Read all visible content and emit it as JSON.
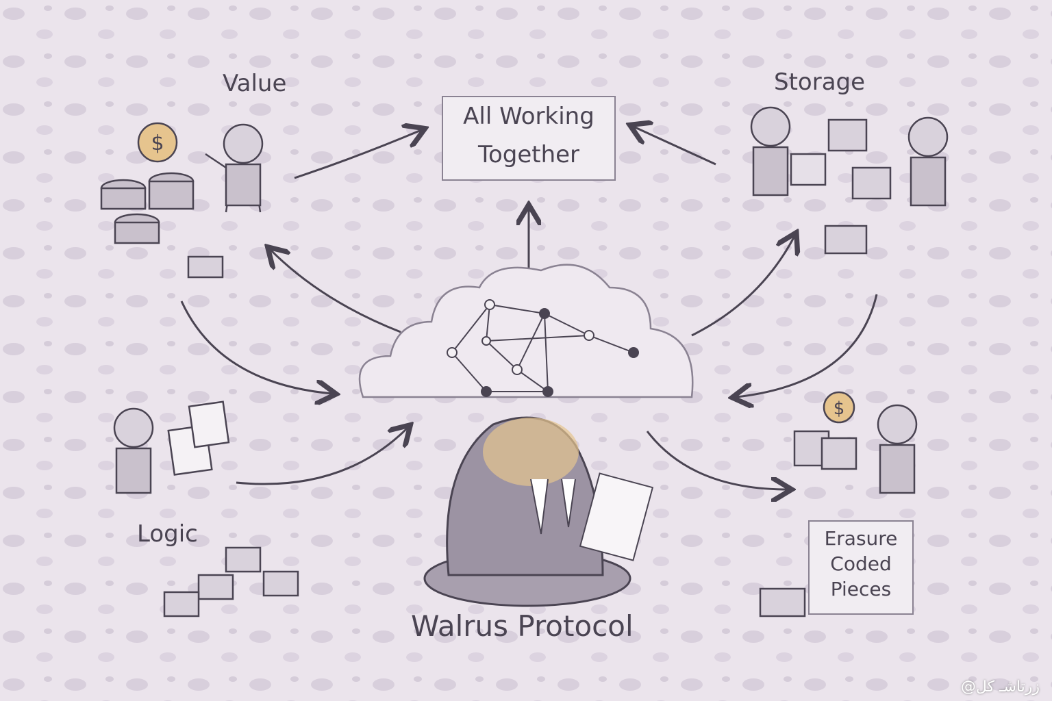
{
  "title": "Walrus Protocol",
  "center_box": {
    "line1": "All Working",
    "line2": "Together"
  },
  "labels": {
    "value": "Value",
    "storage": "Storage",
    "logic": "Logic"
  },
  "erasure_box": {
    "line1": "Erasure",
    "line2": "Coded",
    "line3": "Pieces"
  },
  "coin_symbol": "$",
  "watermark": "@زرتاشـ کل",
  "colors": {
    "background": "#ebe4ec",
    "ink": "#4a4452",
    "accent": "#e6c48e"
  }
}
